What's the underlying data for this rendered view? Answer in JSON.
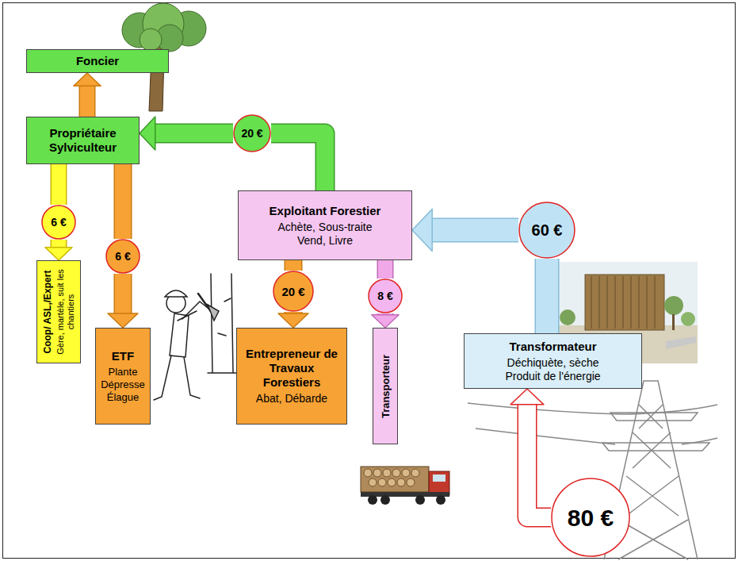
{
  "diagram": {
    "nodes": [
      {
        "text": [
          "Foncier"
        ]
      },
      {
        "text": [
          "Propriétaire Sylviculteur"
        ]
      },
      {
        "text": [
          "20 €"
        ]
      },
      {
        "text": [
          "Exploitant Forestier",
          "Achète, Sous-traite Vend, Livre"
        ]
      },
      {
        "text": [
          "60 €"
        ]
      },
      {
        "text": [
          "6 €"
        ]
      },
      {
        "text": [
          "6 €"
        ]
      },
      {
        "text": [
          "20 €"
        ]
      },
      {
        "text": [
          "8 €"
        ]
      },
      {
        "text": [
          "Coop/ ASL,/Expert",
          "Gère, martèle, suit les chantiers"
        ]
      },
      {
        "text": [
          "ETF",
          "Plante Dépresse Élague"
        ]
      },
      {
        "text": [
          "Entrepreneur de Travaux Forestiers",
          "Abat, Débarde"
        ]
      },
      {
        "text": [
          "Transporteur"
        ]
      },
      {
        "text": [
          "Transformateur",
          "Déchiquète, sèche Produit de l'énergie"
        ]
      },
      {
        "text": [
          "80 €"
        ]
      }
    ],
    "edges": [
      {
        "from": 1,
        "to": 0,
        "arrow": "to"
      },
      {
        "from": 3,
        "to": 2,
        "arrow": "none"
      },
      {
        "from": 2,
        "to": 1,
        "arrow": "to"
      },
      {
        "from": 13,
        "to": 4,
        "arrow": "none"
      },
      {
        "from": 4,
        "to": 3,
        "arrow": "to"
      },
      {
        "from": 1,
        "to": 5,
        "arrow": "none"
      },
      {
        "from": 5,
        "to": 9,
        "arrow": "to"
      },
      {
        "from": 1,
        "to": 6,
        "arrow": "none"
      },
      {
        "from": 6,
        "to": 10,
        "arrow": "to"
      },
      {
        "from": 3,
        "to": 7,
        "arrow": "none"
      },
      {
        "from": 7,
        "to": 11,
        "arrow": "to"
      },
      {
        "from": 3,
        "to": 8,
        "arrow": "none"
      },
      {
        "from": 8,
        "to": 12,
        "arrow": "to"
      },
      {
        "from": 14,
        "to": 13,
        "arrow": "to"
      }
    ]
  }
}
